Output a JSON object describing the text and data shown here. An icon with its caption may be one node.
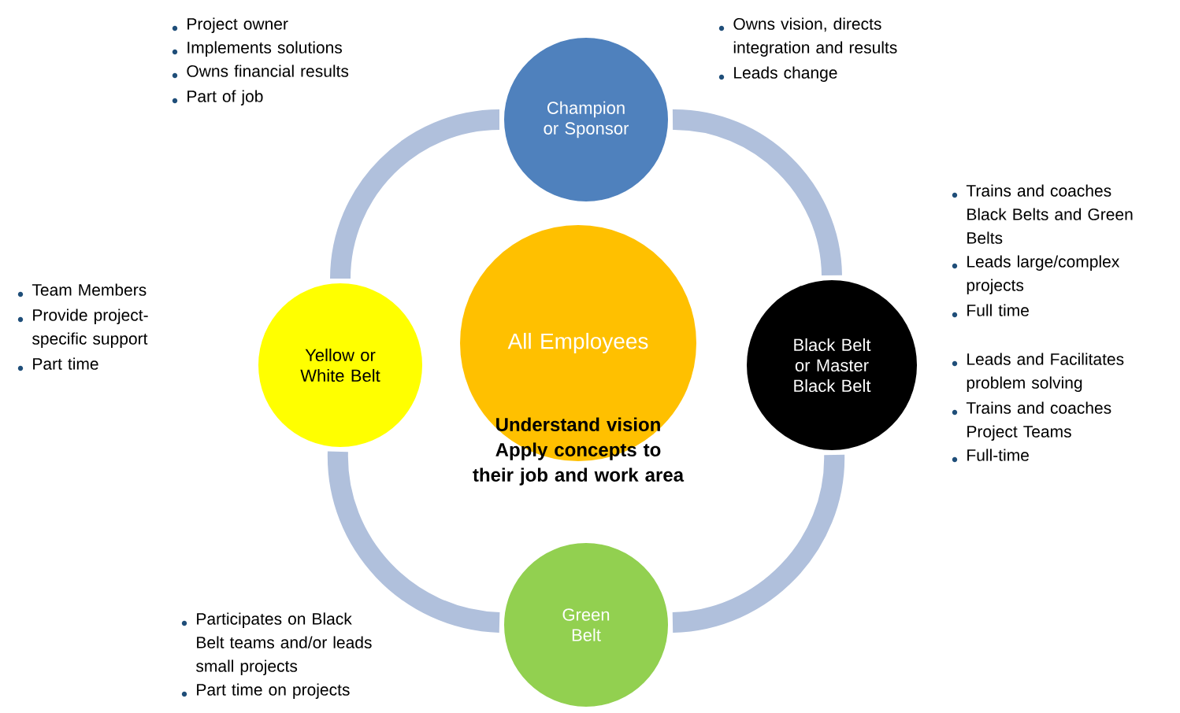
{
  "diagram": {
    "nodes": [
      {
        "text": [
          "Champion or Sponsor"
        ]
      },
      {
        "text": [
          "All Employees"
        ]
      },
      {
        "text": [
          "Black Belt or Master Black Belt"
        ]
      },
      {
        "text": [
          "Green Belt"
        ]
      },
      {
        "text": [
          "Yellow or White Belt"
        ]
      }
    ],
    "edges": [
      {
        "from": 0,
        "to": 2,
        "arrow": "none"
      },
      {
        "from": 2,
        "to": 3,
        "arrow": "none"
      },
      {
        "from": 3,
        "to": 4,
        "arrow": "none"
      },
      {
        "from": 4,
        "to": 0,
        "arrow": "none"
      }
    ],
    "labels": [
      "Project owner",
      "Implements solutions",
      "Owns financial results",
      "Part of job",
      "Owns vision, directs integration and results",
      "Leads change",
      "Trains and coaches Black Belts and Green Belts",
      "Leads large/complex projects",
      "Full time",
      "Team Members",
      "Provide project-specific support",
      "Part time",
      "Leads and Facilitates problem solving",
      "Trains and coaches Project Teams",
      "Full-time",
      "Understand vision",
      "Apply concepts to their job and work area",
      "Participates on Black Belt teams and/or leads small projects",
      "Part time on projects"
    ]
  }
}
